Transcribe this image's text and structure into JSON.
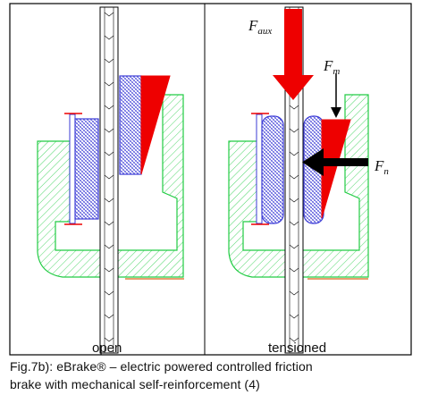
{
  "labels": {
    "open": "open",
    "tensioned": "tensioned"
  },
  "forces": {
    "aux": {
      "symbol": "F",
      "subscript": "aux"
    },
    "m": {
      "symbol": "F",
      "subscript": "m"
    },
    "n": {
      "symbol": "F",
      "subscript": "n"
    }
  },
  "caption": {
    "line1": "Fig.7b): eBrake® – electric powered controlled friction",
    "line2": "brake with mechanical self-reinforcement (4)"
  },
  "colors": {
    "frame": "#000000",
    "caliper": "#22cc44",
    "pad": "#3b3bd6",
    "wedge": "#ee0000",
    "force_aux_arrow": "#ee0000",
    "force_n_arrow": "#000000",
    "base_line": "#e08040"
  }
}
